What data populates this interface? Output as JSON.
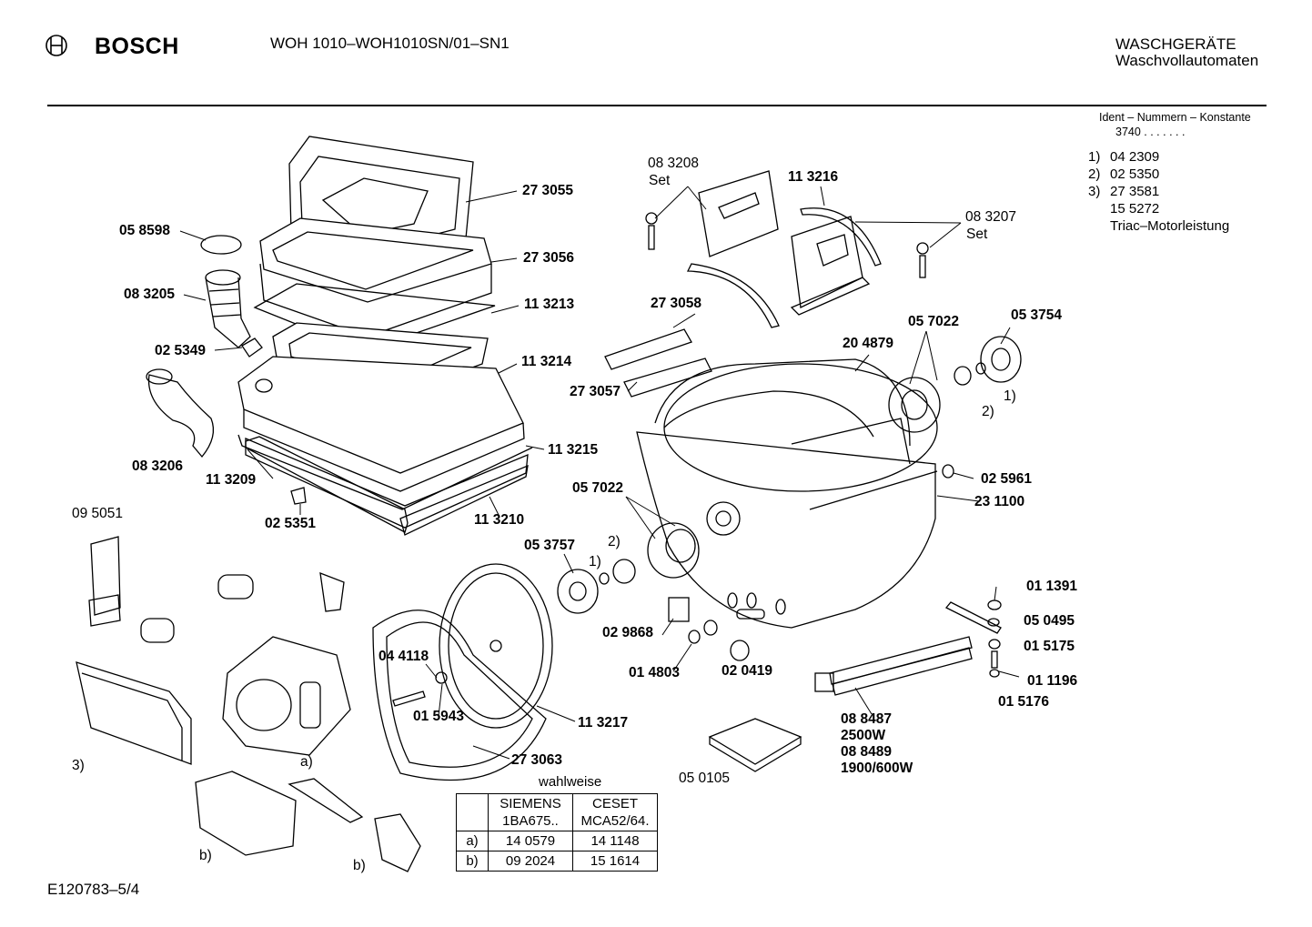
{
  "header": {
    "brand": "BOSCH",
    "model": "WOH 1010–WOH1010SN/01–SN1",
    "category": "WASCHGERÄTE",
    "subcategory": "Waschvollautomaten"
  },
  "ident": {
    "title": "Ident – Nummern – Konstante",
    "value": "3740 . . . . . . ."
  },
  "notes": [
    {
      "n": "1)",
      "v": "04 2309"
    },
    {
      "n": "2)",
      "v": "02 5350"
    },
    {
      "n": "3)",
      "v": "27 3581"
    },
    {
      "n": "",
      "v": "15 5272"
    },
    {
      "n": "",
      "v": "Triac–Motorleistung"
    }
  ],
  "labels": {
    "p273055": "27 3055",
    "p058598": "05 8598",
    "p273056": "27 3056",
    "p083205": "08 3205",
    "p113213": "11 3213",
    "p025349": "02 5349",
    "p113214": "11 3214",
    "p083206": "08 3206",
    "p113209": "11 3209",
    "p113215": "11 3215",
    "p025351": "02 5351",
    "p113210": "11 3210",
    "p095051": "09 5051",
    "p083208": "08 3208",
    "set1": "Set",
    "p113216": "11 3216",
    "p083207": "08 3207",
    "set2": "Set",
    "p273058": "27 3058",
    "p273057": "27 3057",
    "p057022a": "05 7022",
    "p053754": "05 3754",
    "p204879": "20 4879",
    "ref1a": "1)",
    "ref2a": "2)",
    "p025961": "02 5961",
    "p231100": "23 1100",
    "p057022b": "05 7022",
    "ref2b": "2)",
    "p053757": "05 3757",
    "ref1b": "1)",
    "p011391": "01 1391",
    "p050495": "05 0495",
    "p015175": "01 5175",
    "p011196": "01 1196",
    "p015176": "01 5176",
    "p029868": "02 9868",
    "p044118": "04 4118",
    "p015943": "01 5943",
    "p014803": "01 4803",
    "p020419": "02 0419",
    "p113217": "11 3217",
    "p273063": "27 3063",
    "p088487": "08 8487",
    "w2500": "2500W",
    "p088489": "08 8489",
    "w1900": "1900/600W",
    "p050105": "05 0105",
    "ref3": "3)",
    "refa": "a)",
    "refb1": "b)",
    "refb2": "b)"
  },
  "options_table": {
    "caption": "wahlweise",
    "col1": "SIEMENS\n1BA675..",
    "col2": "CESET\nMCA52/64.",
    "rows": [
      {
        "key": "a)",
        "c1": "14 0579",
        "c2": "14 1148"
      },
      {
        "key": "b)",
        "c1": "09 2024",
        "c2": "15 1614"
      }
    ]
  },
  "footer": {
    "code": "E120783–5/4"
  }
}
